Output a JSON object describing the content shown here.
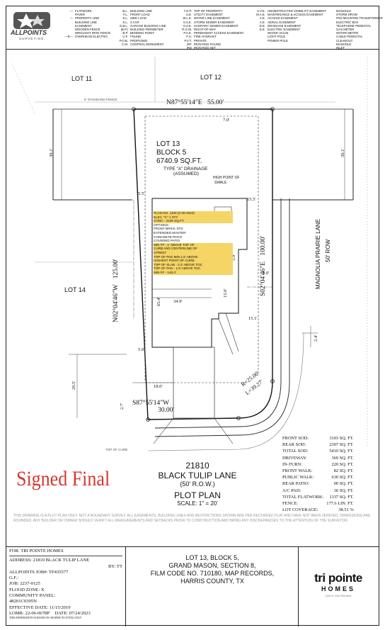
{
  "company": {
    "logo_text": "ALLPOINTS",
    "logo_sub": "SURVEYING"
  },
  "legend": {
    "col1": [
      {
        "code": "—",
        "text": "FLATWORK"
      },
      {
        "code": "",
        "text": "PAVER"
      },
      {
        "code": "—",
        "text": "PROPERTY LINE"
      },
      {
        "code": "",
        "text": "BUILDING LINE"
      },
      {
        "code": "",
        "text": "EASEMENT"
      },
      {
        "code": "",
        "text": "WOODEN FENCE"
      },
      {
        "code": "",
        "text": "WROUGHT IRON FENCE"
      },
      {
        "code": "—E—",
        "text": "OVERHEAD ELECTRIC"
      }
    ],
    "col2": [
      {
        "code": "B.L.",
        "text": "BUILDING LINE"
      },
      {
        "code": "F.L.",
        "text": "FRONT LOAD"
      },
      {
        "code": "S.L.",
        "text": "SIDE LOAD"
      },
      {
        "code": "S.L.",
        "text": "3 CAR"
      },
      {
        "code": "G.B.L.",
        "text": "GARAGE BUILDING LINE"
      },
      {
        "code": "(B.P.)",
        "text": "BUILDING PERIMETER"
      },
      {
        "code": "B.P.",
        "text": "BENDING POINT"
      },
      {
        "code": "U.F.",
        "text": "FOUND"
      },
      {
        "code": "P.O.B.",
        "text": "PROPOSED"
      },
      {
        "code": "C.M.",
        "text": "CONTROL MONUMENT"
      }
    ],
    "col3": [
      {
        "code": "T.O.P.",
        "text": "TOP OF PROPERTY"
      },
      {
        "code": "U.E.",
        "text": "UTILITY EASEMENT"
      },
      {
        "code": "W.L.E.",
        "text": "WATER LINE EASEMENT"
      },
      {
        "code": "S.S.E.",
        "text": "STORM SEWER EASEMENT"
      },
      {
        "code": "S.S.E.",
        "text": "SANITARY SEWER EASEMENT"
      },
      {
        "code": "R.O.W.",
        "text": "RIGHT-OF-WAY"
      },
      {
        "code": "P.A.E.",
        "text": "PERMANENT ACCESS EASEMENT"
      },
      {
        "code": "F.H.",
        "text": "FIRE HYDRANT"
      },
      {
        "code": "P.V.T.",
        "text": "PRIVATE"
      },
      {
        "code": "IRF",
        "text": "IRON ROD FOUND"
      },
      {
        "code": "IRS",
        "text": "IRON ROD SET"
      }
    ],
    "col4": [
      {
        "code": "U.V.E.",
        "text": "UNOBSTRUCTED VISIBILITY EASEMENT"
      },
      {
        "code": "M.A.E.",
        "text": "MAINTENANCE & ACCESS EASEMENT"
      },
      {
        "code": "A.E.",
        "text": "ACCESS EASEMENT"
      },
      {
        "code": "A.E.",
        "text": "AERIAL EASEMENT"
      },
      {
        "code": "D.E.",
        "text": "DRAINAGE EASEMENT"
      },
      {
        "code": "E.E.",
        "text": "ELECTRIC EASEMENT"
      },
      {
        "code": "",
        "text": "WATER VALVE"
      },
      {
        "code": "",
        "text": "LIGHT POLE"
      },
      {
        "code": "",
        "text": "POWER POLE"
      }
    ],
    "col5": [
      {
        "text": "MANHOLE"
      },
      {
        "text": "STORM DRAIN"
      },
      {
        "text": "PAD MOUNTED TRANSFORMER"
      },
      {
        "text": "ELECTRIC BOX"
      },
      {
        "text": "TELEPHONE PEDESTAL"
      },
      {
        "text": "GAS METER"
      },
      {
        "text": "WATER METER"
      },
      {
        "text": "CABLE PEDESTAL"
      },
      {
        "text": "CLEANOUT"
      },
      {
        "text": "MANHOLE"
      },
      {
        "text": "INLET"
      }
    ]
  },
  "plan": {
    "lot_11": "LOT 11",
    "lot_12": "LOT 12",
    "lot_14": "LOT 14",
    "lot_13": "LOT 13",
    "block": "BLOCK 5",
    "area": "6740.9 SQ.FT.",
    "drainage": "TYPE \"A\" DRAINAGE",
    "assumed": "(ASSUMED)",
    "high_point": "HIGH POINT OF",
    "swale": "SWALE",
    "north_bearing": "N87°55'14\"E",
    "north_dist": "55.00'",
    "west_bearing": "N02°04'46\"W",
    "west_dist": "125.00'",
    "east_bearing": "S02°04'46\"E",
    "east_dist": "100.00'",
    "south_bearing": "S87°55'14\"W",
    "south_dist": "30.00'",
    "curve_r": "R=25.00'",
    "curve_l": "L=39.27'",
    "street_name": "MAGNOLIA PRAIRIE LANE",
    "street_row": "50' ROW",
    "fence_note": "6' STANDARD FENCE",
    "fence_tl": "TOP OF CURB",
    "dim_39_1_left": "39.1'",
    "dim_39_1_right": "39.1'",
    "dim_5_5": "5.5'",
    "dim_15_5": "15.5'",
    "dim_5_0_a": "5.0'",
    "dim_5_0_b": "5.0'",
    "dim_15_1": "15.1'",
    "dim_34_9": "34.9'",
    "dim_20_5": "20.5'",
    "dim_18_0": "18.0'",
    "dim_2_4": "2.4'",
    "dim_2_7": "2.7'",
    "dim_65_4": "65.4'",
    "dim_15_0": "15.0'",
    "dim_5_9": "5.9'",
    "dim_7_0": "7.0'",
    "pad_label": "A/C PAD"
  },
  "plan_notes": [
    "PLAN NO. 1100 (2-28-2022)",
    "ELEV. \"C\" 1 STY",
    "CONC - 2109 SQ.FT.",
    "OPTIONS:",
    "FRONT BRICK STD",
    "EXTENDED MASTER",
    "CONCRETE PATIO",
    "COVERED PATIO",
    "MIN FF - 1' ABOVE TOP OF",
    "CURB AND CENTERLINE OF",
    "STREET",
    "TOP OF PAD MIN 1.5' ABOVE",
    "HIGHEST POINT OF CURB",
    "TOP OF SLAB - 2.3' ABOVE TOC",
    "TOP OF PAD - 1.5' ABOVE TOC",
    "MIN FF - 148.3'"
  ],
  "address": {
    "number": "21810",
    "street": "BLACK TULIP LANE",
    "row": "(50' R.O.W.)",
    "plan_title": "PLOT PLAN",
    "scale": "SCALE: 1\" = 20'"
  },
  "stamp": "Signed Final",
  "summary": [
    {
      "label": "FRONT SOD:",
      "value": "3103 SQ. FT."
    },
    {
      "label": "REAR SOD:",
      "value": "2307 SQ. FT."
    },
    {
      "label": "TOTAL SOD:",
      "value": "5410 SQ. FT."
    },
    {
      "label": "DRIVEWAY:",
      "value": "369 SQ. FT."
    },
    {
      "label": "IN-TURN:",
      "value": "220 SQ. FT."
    },
    {
      "label": "FRONT WALK:",
      "value": "82 SQ. FT."
    },
    {
      "label": "PUBLIC WALK:",
      "value": "630 SQ. FT."
    },
    {
      "label": "REAR PATIO:",
      "value": "00 SQ. FT."
    },
    {
      "label": "A/C PAD:",
      "value": "36 SQ. FT."
    },
    {
      "label": "TOTAL FLATWORK:",
      "value": "1337 SQ. FT."
    },
    {
      "label": "FENCE:",
      "value": "177.6 LIN. FT."
    },
    {
      "label": "LOT COVERAGE:",
      "value": "38.51 %"
    }
  ],
  "disclaimer": "THIS DRAWING IS A PLOT PLAN ONLY. NOT A BOUNDARY SURVEY. ALL EASEMENTS, BUILDING LINES AND RESTRICTIONS SHOWN ARE PER RECORDED PLAT AND HAVE NOT BEEN VERIFIED. DIMENSIONS ARE ROUNDED. ANY BUILDER OR OWNER SHOULD VERIFY ALL MEASUREMENTS AND SETBACKS PRIOR TO CONSTRUCTION AND BRING ANY DISCREPANCIES TO THE ATTENTION OF THE SURVEYOR.",
  "info": {
    "for": "FOR: TRI POINTE HOMES",
    "address": "ADDRESS: 21810 BLACK TULIP LANE",
    "by": "BY: TT",
    "job": "ALLPOINTS JOB#: TF435577",
    "gf": "G.F.:",
    "job_no": "JOB: 2237-0125",
    "flood": "FLOOD ZONE: X",
    "panel_label": "COMMUNITY PANEL:",
    "panel": "48201C0395N",
    "effective": "EFFECTIVE DATE: 11/15/2019",
    "lomr": "LOMR: 22-06-0678P",
    "date": "DATE: 07/24/2023",
    "footer": "THIS INFORMATION IS BASED ON GRAPHIC PLOTTING ONLY"
  },
  "legal": [
    "LOT 13, BLOCK 5,",
    "GRAND MASON, SECTION 8,",
    "FILM CODE NO. 710180, MAP RECORDS,",
    "HARRIS COUNTY, TX"
  ],
  "brand": {
    "name": "tri pointe",
    "sub": "HOMES",
    "tag": "Live in Your Element"
  }
}
